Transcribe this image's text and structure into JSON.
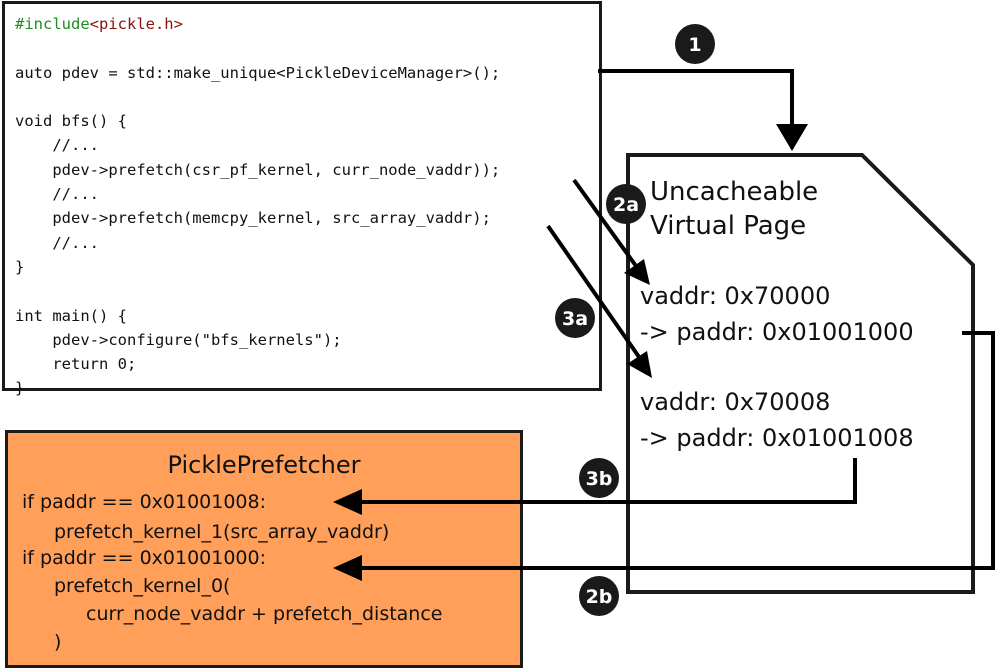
{
  "code": {
    "lines": [
      "",
      "",
      "auto pdev = std::make_unique<PickleDeviceManager>();",
      "",
      "void bfs() {",
      "    //...",
      "    pdev->prefetch(csr_pf_kernel, curr_node_vaddr));",
      "    //...",
      "    pdev->prefetch(memcpy_kernel, src_array_vaddr);",
      "    //...",
      "}",
      "",
      "int main() {",
      "    pdev->configure(\"bfs_kernels\");",
      "    return 0;",
      "}"
    ],
    "include_directive": "#include",
    "include_header": "<pickle.h>"
  },
  "page": {
    "title_line1": "Uncacheable",
    "title_line2": "Virtual Page",
    "entry1_vaddr": "vaddr: 0x70000",
    "entry1_paddr": "-> paddr: 0x01001000",
    "entry2_vaddr": "vaddr: 0x70008",
    "entry2_paddr": "-> paddr: 0x01001008"
  },
  "prefetcher": {
    "title": "PicklePrefetcher",
    "lines": [
      "if paddr == 0x01001008:",
      "prefetch_kernel_1(src_array_vaddr)",
      "if paddr == 0x01001000:",
      "prefetch_kernel_0(",
      "curr_node_vaddr + prefetch_distance",
      ")"
    ]
  },
  "steps": {
    "s1": "1",
    "s2a": "2a",
    "s3a": "3a",
    "s3b": "3b",
    "s2b": "2b"
  },
  "colors": {
    "prefetcher_fill": "#ff9f5a",
    "preprocessor_keyword": "#1f8c1f",
    "preprocessor_header": "#8b1010",
    "line": "#1a1a1a"
  }
}
